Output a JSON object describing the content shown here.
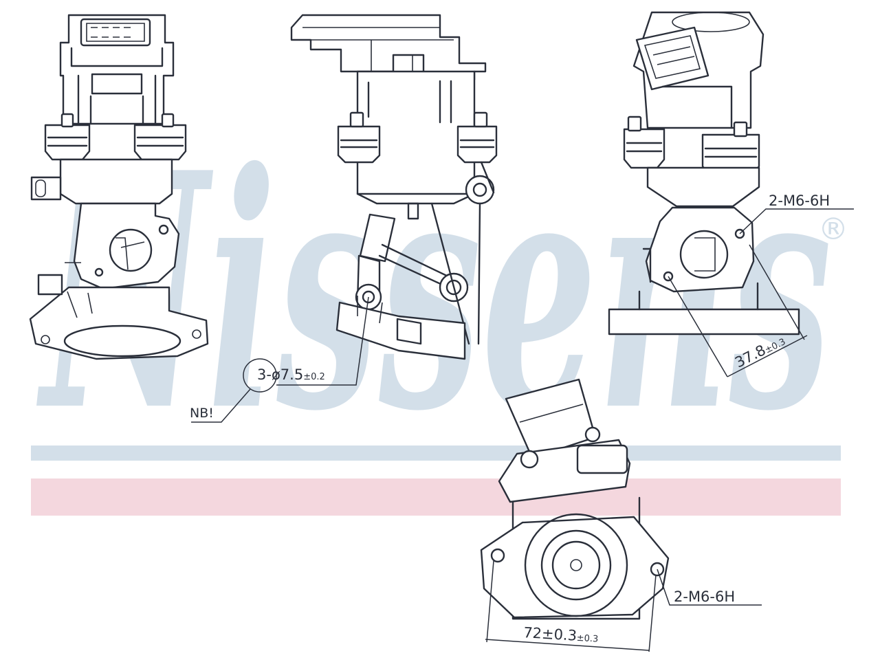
{
  "watermark": {
    "brand": "Nissens",
    "registered_mark": "®",
    "colors": {
      "letters": "#d3dfe9",
      "stripe_top": "#d3dfe9",
      "stripe_bottom": "#f4d7de"
    }
  },
  "annotations": {
    "thread_top": "2-M6-6H",
    "thread_bottom": "2-M6-6H",
    "hole_prefix": "3-",
    "hole_diameter": "ø7.5",
    "hole_tolerance": "±0.2",
    "note": "NB!",
    "spacing_side": "37.8",
    "spacing_side_tolerance": "±0.3",
    "spacing_front": "72±0.3",
    "spacing_front_tolerance": "±0.3"
  },
  "colors": {
    "line": "#2a2f3a",
    "background": "#ffffff"
  }
}
